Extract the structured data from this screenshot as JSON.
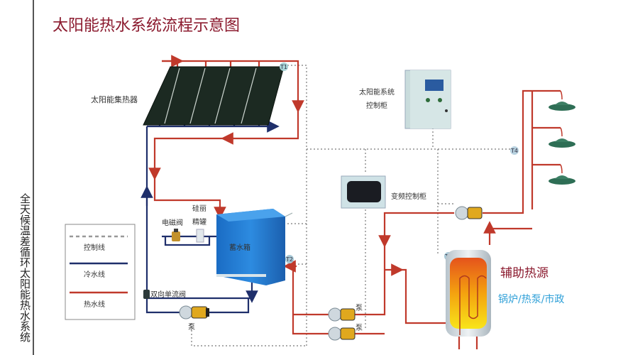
{
  "page": {
    "title": "太阳能热水系统流程示意图",
    "side_title": "全天候温差循环太阳能热水系统"
  },
  "components": {
    "collector": "太阳能集热器",
    "solar_controller_line1": "太阳能系统",
    "solar_controller_line2": "控制柜",
    "vfd_controller": "变频控制柜",
    "solenoid_valve": "电磁阀",
    "silicon_tank_line1": "硅丽",
    "silicon_tank_line2": "精罐",
    "storage_tank": "蓄水箱",
    "check_valve": "双向单流阀",
    "pump_label": "泵",
    "aux_heat_title": "辅助热源",
    "aux_heat_sub": "锅炉/热泵/市政"
  },
  "sensors": [
    "T1",
    "T2",
    "T3",
    "T4"
  ],
  "legend": {
    "items": [
      {
        "label": "控制线",
        "style": "dashed",
        "color": "#999999"
      },
      {
        "label": "冷水线",
        "style": "solid",
        "color": "#1f2f6b"
      },
      {
        "label": "热水线",
        "style": "solid",
        "color": "#c0392b"
      }
    ]
  },
  "colors": {
    "title": "#8b1a2e",
    "hot_line": "#c0392b",
    "cold_line": "#1f2f6b",
    "control_line": "#777777",
    "tank_blue": "#2a7fd4",
    "aux_sub": "#2fa0d8"
  }
}
